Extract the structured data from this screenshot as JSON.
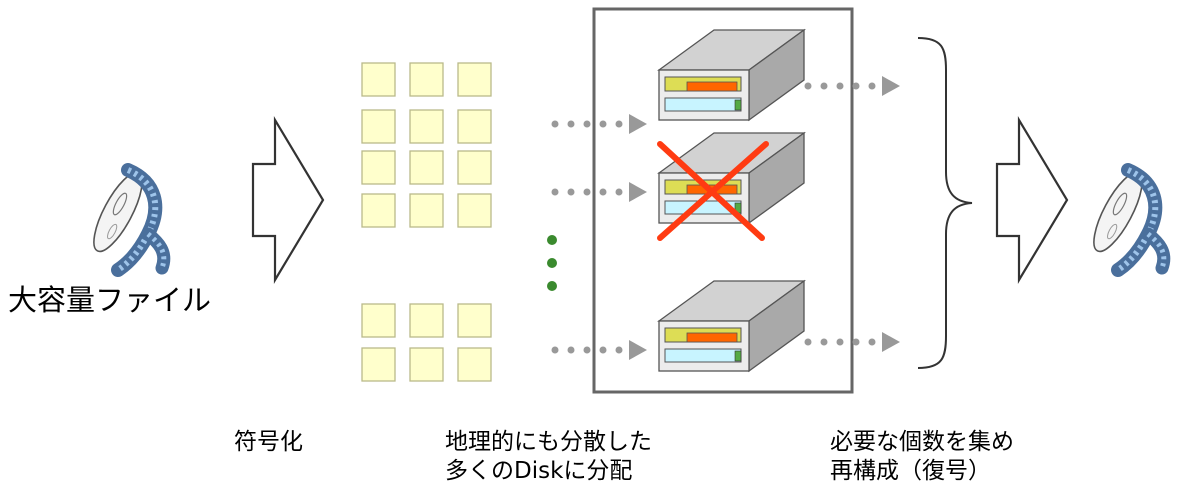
{
  "source_label": "大容量ファイル",
  "steps": {
    "encode": "符号化",
    "distribute": [
      "地理的にも分散した",
      "多くのDiskに分配"
    ],
    "reconstruct": [
      "必要な個数を集め",
      "再構成（復号）"
    ]
  },
  "colors": {
    "block_fill": "#ffffcc",
    "block_stroke": "#b9b98a",
    "arrow_gray": "#999999",
    "dot_green": "#3a8a2e",
    "fail_mark": "#ff3b12",
    "disk_body": "#a9a9a9",
    "disk_top": "#d2d2d2",
    "disk_front": "#ececec",
    "disk_orange": "#ff6600",
    "disk_yellow": "#dddd55",
    "disk_cyan": "#c8f4ff",
    "box_stroke": "#666666"
  },
  "disks": [
    {
      "state": "ok"
    },
    {
      "state": "failed"
    },
    {
      "state": "ok"
    }
  ]
}
